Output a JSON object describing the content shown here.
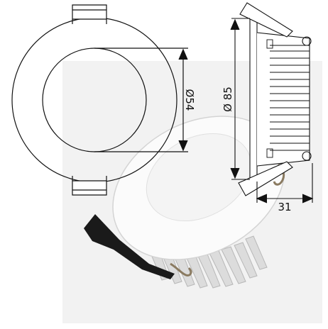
{
  "drawing": {
    "front_view": {
      "cutout_dimension": "Ø54"
    },
    "side_view": {
      "diameter_dimension": "Ø 85",
      "depth_dimension": "31"
    }
  },
  "colors": {
    "line": "#111111",
    "photo_bg": "#f3f3f3",
    "fixture_white": "#fafafa",
    "heatsink": "#d9d9d9",
    "clip_black": "#1a1a1a"
  }
}
